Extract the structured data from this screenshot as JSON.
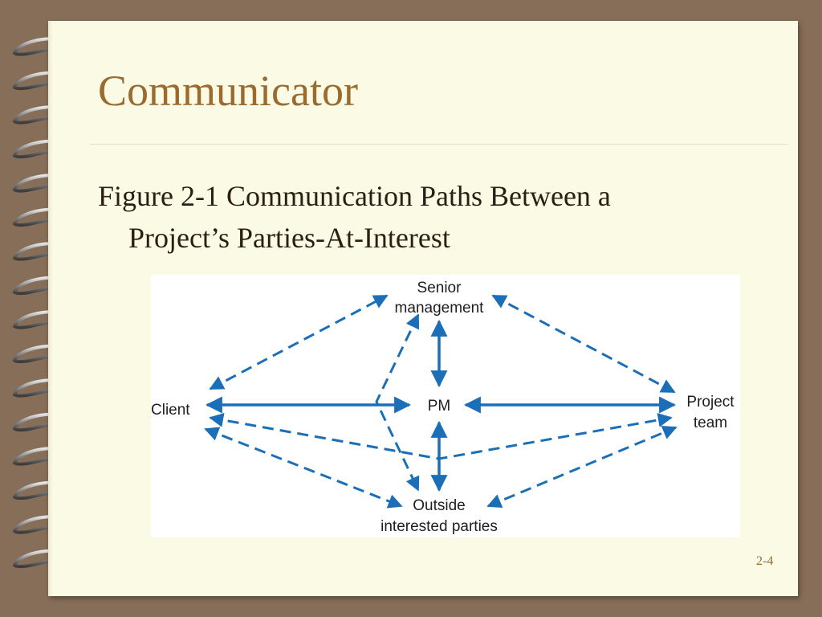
{
  "slide": {
    "title": "Communicator",
    "caption_line1": "Figure 2-1 Communication Paths Between a",
    "caption_line2": "Project’s Parties-At-Interest",
    "number": "2-4"
  },
  "diagram": {
    "nodes": {
      "senior_line1": "Senior",
      "senior_line2": "management",
      "client": "Client",
      "pm": "PM",
      "project_line1": "Project",
      "project_line2": "team",
      "outside_line1": "Outside",
      "outside_line2": "interested parties"
    },
    "colors": {
      "arrow": "#1a6fb8",
      "title": "#9a6a2f",
      "paper": "#fbfbe5",
      "background": "#876e58"
    },
    "solid_paths": [
      [
        "client",
        "pm"
      ],
      [
        "pm",
        "project_team"
      ],
      [
        "senior_management",
        "pm"
      ],
      [
        "pm",
        "outside_interested_parties"
      ]
    ],
    "dashed_paths": [
      [
        "client",
        "senior_management"
      ],
      [
        "senior_management",
        "project_team"
      ],
      [
        "client",
        "outside_interested_parties"
      ],
      [
        "outside_interested_parties",
        "project_team"
      ],
      [
        "client",
        "project_team"
      ],
      [
        "senior_management",
        "outside_interested_parties"
      ]
    ]
  },
  "icons": {
    "binding_rings": "spiral-binding-icon"
  }
}
